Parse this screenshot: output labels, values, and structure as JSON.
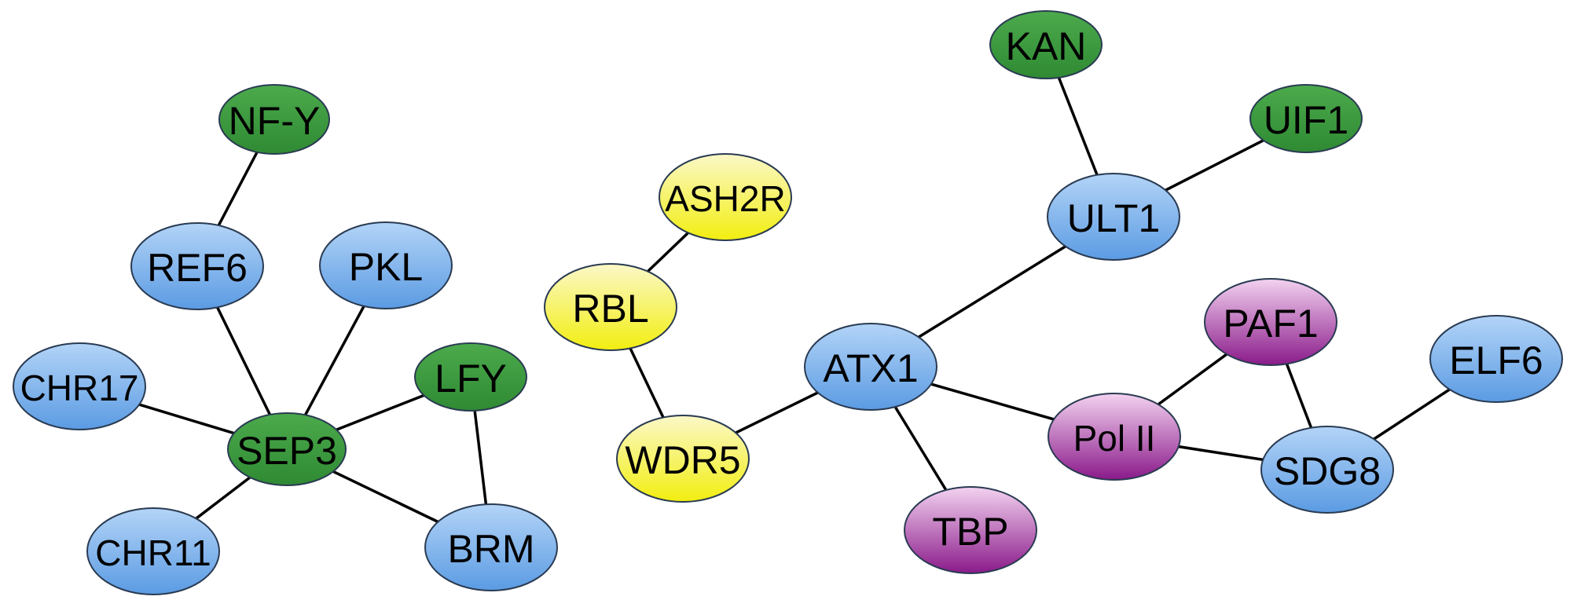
{
  "palette": {
    "blue": "#7aaee8",
    "green": "#3d9a3f",
    "yellow": "#f5f03a",
    "purple": "#9b2a9b"
  },
  "nodes": [
    {
      "id": "nf-y",
      "label": "NF-Y",
      "group": "green"
    },
    {
      "id": "ref6",
      "label": "REF6",
      "group": "blue"
    },
    {
      "id": "pkl",
      "label": "PKL",
      "group": "blue"
    },
    {
      "id": "chr17",
      "label": "CHR17",
      "group": "blue"
    },
    {
      "id": "lfy",
      "label": "LFY",
      "group": "green"
    },
    {
      "id": "sep3",
      "label": "SEP3",
      "group": "green"
    },
    {
      "id": "chr11",
      "label": "CHR11",
      "group": "blue"
    },
    {
      "id": "brm",
      "label": "BRM",
      "group": "blue"
    },
    {
      "id": "ash2r",
      "label": "ASH2R",
      "group": "yellow"
    },
    {
      "id": "rbl",
      "label": "RBL",
      "group": "yellow"
    },
    {
      "id": "wdr5",
      "label": "WDR5",
      "group": "yellow"
    },
    {
      "id": "atx1",
      "label": "ATX1",
      "group": "blue"
    },
    {
      "id": "kan",
      "label": "KAN",
      "group": "green"
    },
    {
      "id": "uif1",
      "label": "UIF1",
      "group": "green"
    },
    {
      "id": "ult1",
      "label": "ULT1",
      "group": "blue"
    },
    {
      "id": "tbp",
      "label": "TBP",
      "group": "purple"
    },
    {
      "id": "paf1",
      "label": "PAF1",
      "group": "purple"
    },
    {
      "id": "pol2",
      "label": "Pol II",
      "group": "purple"
    },
    {
      "id": "elf6",
      "label": "ELF6",
      "group": "blue"
    },
    {
      "id": "sdg8",
      "label": "SDG8",
      "group": "blue"
    }
  ],
  "edges": [
    [
      "nf-y",
      "ref6"
    ],
    [
      "ref6",
      "sep3"
    ],
    [
      "pkl",
      "sep3"
    ],
    [
      "chr17",
      "sep3"
    ],
    [
      "lfy",
      "sep3"
    ],
    [
      "chr11",
      "sep3"
    ],
    [
      "brm",
      "sep3"
    ],
    [
      "lfy",
      "brm"
    ],
    [
      "ash2r",
      "rbl"
    ],
    [
      "rbl",
      "wdr5"
    ],
    [
      "wdr5",
      "atx1"
    ],
    [
      "atx1",
      "ult1"
    ],
    [
      "kan",
      "ult1"
    ],
    [
      "uif1",
      "ult1"
    ],
    [
      "atx1",
      "tbp"
    ],
    [
      "atx1",
      "pol2"
    ],
    [
      "pol2",
      "paf1"
    ],
    [
      "pol2",
      "sdg8"
    ],
    [
      "paf1",
      "sdg8"
    ],
    [
      "sdg8",
      "elf6"
    ]
  ]
}
